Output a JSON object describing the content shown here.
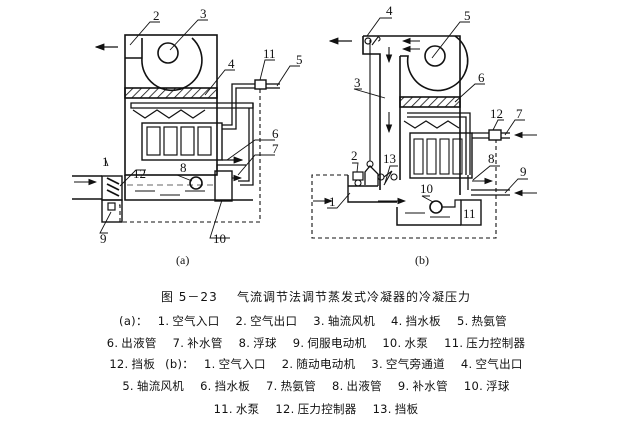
{
  "figure": {
    "number": "图 5－23",
    "title": "气流调节法调节蒸发式冷凝器的冷凝压力",
    "panels": [
      {
        "id": "a",
        "label": "(a)",
        "prefix": "(a)：",
        "callouts": [
          "1",
          "2",
          "3",
          "4",
          "5",
          "6",
          "7",
          "8",
          "9",
          "10",
          "11",
          "12"
        ],
        "legend": [
          {
            "num": "1.",
            "text": "空气入口"
          },
          {
            "num": "2.",
            "text": "空气出口"
          },
          {
            "num": "3.",
            "text": "轴流风机"
          },
          {
            "num": "4.",
            "text": "挡水板"
          },
          {
            "num": "5.",
            "text": "热氨管"
          },
          {
            "num": "6.",
            "text": "出液管"
          },
          {
            "num": "7.",
            "text": "补水管"
          },
          {
            "num": "8.",
            "text": "浮球"
          },
          {
            "num": "9.",
            "text": "伺服电动机"
          },
          {
            "num": "10.",
            "text": "水泵"
          },
          {
            "num": "11.",
            "text": "压力控制器"
          },
          {
            "num": "12.",
            "text": "挡板"
          }
        ]
      },
      {
        "id": "b",
        "label": "(b)",
        "prefix": "(b)：",
        "callouts": [
          "1",
          "2",
          "3",
          "4",
          "5",
          "6",
          "7",
          "8",
          "9",
          "10",
          "11",
          "12",
          "13"
        ],
        "legend": [
          {
            "num": "1.",
            "text": "空气入口"
          },
          {
            "num": "2.",
            "text": "随动电动机"
          },
          {
            "num": "3.",
            "text": "空气旁通道"
          },
          {
            "num": "4.",
            "text": "空气出口"
          },
          {
            "num": "5.",
            "text": "轴流风机"
          },
          {
            "num": "6.",
            "text": "挡水板"
          },
          {
            "num": "7.",
            "text": "热氨管"
          },
          {
            "num": "8.",
            "text": "出液管"
          },
          {
            "num": "9.",
            "text": "补水管"
          },
          {
            "num": "10.",
            "text": "浮球"
          },
          {
            "num": "11.",
            "text": "水泵"
          },
          {
            "num": "12.",
            "text": "压力控制器"
          },
          {
            "num": "13.",
            "text": "挡板"
          }
        ]
      }
    ]
  },
  "colors": {
    "ink": "#111111",
    "paper": "#ffffff"
  }
}
